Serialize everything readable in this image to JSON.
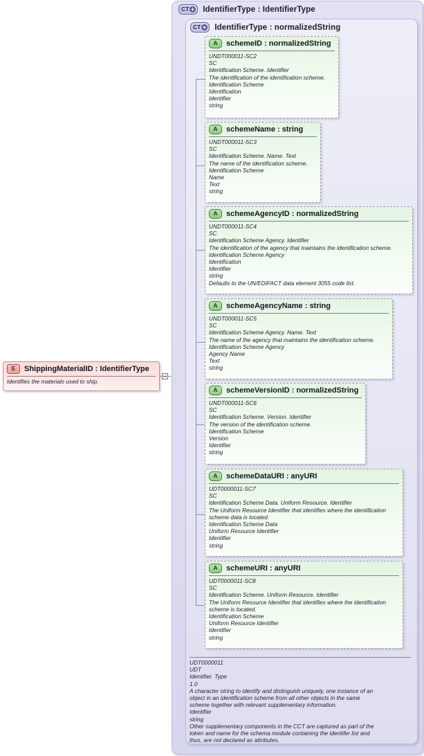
{
  "diagram": {
    "title": "IdentifierType XSD diagram",
    "colors": {
      "container_fill": "#e2e2f4",
      "attribute_fill": "#e3f4e1",
      "element_fill": "#fadcdc",
      "connector": "#8f8fa8"
    }
  },
  "element": {
    "icon": "element-icon",
    "icon_label": "E",
    "title": "ShippingMaterialID : IdentifierType",
    "annotation": "Identifies the materials used to ship."
  },
  "complex_type_outer": {
    "icon": "complextype-icon",
    "icon_label": "CT",
    "title": "IdentifierType : IdentifierType"
  },
  "complex_type_inner": {
    "icon": "complextype-icon",
    "icon_label": "CT",
    "title": "IdentifierType : normalizedString",
    "annotation_lines": [
      "UDT0000011",
      "UDT",
      "Identifier. Type",
      "1.0",
      "A character string to identify and distinguish uniquely, one instance of an",
      "object in an identification scheme from all other objects in the same",
      "scheme together with relevant supplementary information.",
      "Identifier",
      "string",
      "Other supplementary components in the CCT are captured as part of the",
      "token and name for the schema module containing the identifer list and",
      "thus, are not declared as attributes."
    ]
  },
  "attributes": [
    {
      "icon_label": "A",
      "name": "schemeID",
      "type": "normalizedString",
      "title": "schemeID : normalizedString",
      "lines": [
        "UNDT000011-SC2",
        "SC",
        "Identification Scheme. Identifier",
        "The identification of the identification scheme.",
        "Identification Scheme",
        "Identification",
        "Identifier",
        "string"
      ]
    },
    {
      "icon_label": "A",
      "name": "schemeName",
      "type": "string",
      "title": "schemeName : string",
      "lines": [
        "UNDT000011-SC3",
        "SC",
        "Identification Scheme. Name. Text",
        "The name of the identification scheme.",
        "Identification Scheme",
        "Name",
        "Text",
        "string"
      ]
    },
    {
      "icon_label": "A",
      "name": "schemeAgencyID",
      "type": "normalizedString",
      "title": "schemeAgencyID : normalizedString",
      "lines": [
        "UNDT000011-SC4",
        "SC",
        "Identification Scheme Agency. Identifier",
        "The identification of the agency that maintains the identification scheme.",
        "Identification Scheme Agency",
        "Identification",
        "Identifier",
        "string",
        "Defaults to the UN/EDIFACT data element 3055 code list."
      ]
    },
    {
      "icon_label": "A",
      "name": "schemeAgencyName",
      "type": "string",
      "title": "schemeAgencyName : string",
      "lines": [
        "UNDT000011-SC5",
        "SC",
        "Identification Scheme Agency. Name. Text",
        "The name of the agency that maintains the identification scheme.",
        "Identification Scheme Agency",
        "Agency Name",
        "Text",
        "string"
      ]
    },
    {
      "icon_label": "A",
      "name": "schemeVersionID",
      "type": "normalizedString",
      "title": "schemeVersionID : normalizedString",
      "lines": [
        "UNDT000011-SC6",
        "SC",
        "Identification Scheme. Version. Identifier",
        "The version of the identification scheme.",
        "Identification Scheme",
        "Version",
        "Identifier",
        "string"
      ]
    },
    {
      "icon_label": "A",
      "name": "schemeDataURI",
      "type": "anyURI",
      "title": "schemeDataURI : anyURI",
      "lines": [
        "UDT0000011-SC7",
        "SC",
        "Identification Scheme Data. Uniform Resource. Identifier",
        "The Uniform Resource Identifier that identifies where the identification",
        "scheme data is located.",
        "Identification Scheme Data",
        "Uniform Resource Identifier",
        "Identifier",
        "string"
      ]
    },
    {
      "icon_label": "A",
      "name": "schemeURI",
      "type": "anyURI",
      "title": "schemeURI : anyURI",
      "lines": [
        "UDT0000011-SC8",
        "SC",
        "Identification Scheme. Uniform Resource. Identifier",
        "The Uniform Resource Identifier that identifies where the identification",
        "scheme is located.",
        "Identification Scheme",
        "Uniform Resource Identifier",
        "Identifier",
        "string"
      ]
    }
  ]
}
